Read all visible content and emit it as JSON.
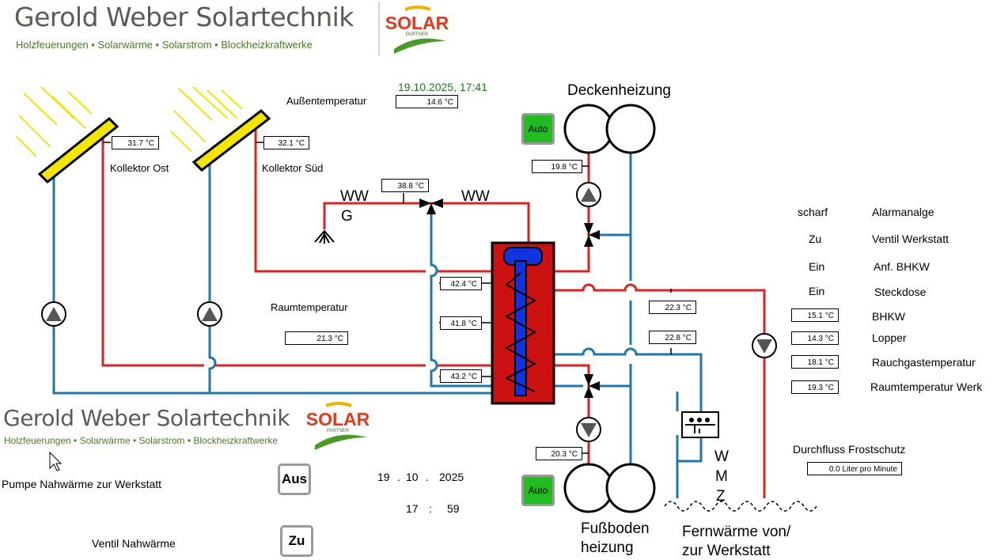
{
  "header": {
    "company": "Gerold Weber Solartechnik",
    "tagline": "Holzfeuerungen • Solarwärme • Solarstrom • Blockheizkraftwerke",
    "logo_word": "SOLAR",
    "logo_sub": "PARTNER",
    "datetime": "19.10.2025,  17:41"
  },
  "footer_brand": {
    "company": "Gerold Weber Solartechnik",
    "tagline": "Holzfeuerungen • Solarwärme • Solarstrom • Blockheizkraftwerke",
    "logo_word": "SOLAR",
    "logo_sub": "PARTNER"
  },
  "outside": {
    "label": "Außentemperatur",
    "value": "14.6 °C"
  },
  "collectors": [
    {
      "name": "Kollektor Ost",
      "value": "31.7 °C"
    },
    {
      "name": "Kollektor Süd",
      "value": "32.1 °C"
    }
  ],
  "mixer": {
    "value": "38.8 °C",
    "label_left_1": "WW",
    "label_left_2": "G",
    "label_right": "WW"
  },
  "room": {
    "label": "Raumtemperatur",
    "value": "21.3 °C"
  },
  "tank": {
    "values": [
      "42.4 °C",
      "41.8 °C",
      "43.2 °C"
    ]
  },
  "ceiling": {
    "title": "Deckenheizung",
    "mode": "Auto",
    "value": "19.8 °C"
  },
  "floor": {
    "title_1": "Fußboden",
    "title_2": "heizung",
    "mode": "Auto",
    "value": "20.3 °C"
  },
  "district": {
    "supply": "22.3 °C",
    "return": "22.8 °C",
    "wmz": [
      "W",
      "M",
      "Z"
    ],
    "title_1": "Fernwärme von/",
    "title_2": "zur Werkstatt"
  },
  "status": [
    {
      "state": "scharf",
      "name": "Alarmanalge"
    },
    {
      "state": "Zu",
      "name": "Ventil Werkstatt"
    },
    {
      "state": "Ein",
      "name": "Anf. BHKW"
    },
    {
      "state": "Ein",
      "name": "Steckdose"
    }
  ],
  "readings": [
    {
      "value": "15.1 °C",
      "name": "BHKW"
    },
    {
      "value": "14.3 °C",
      "name": "Lopper"
    },
    {
      "value": "18.1 °C",
      "name": "Rauchgastemperatur"
    },
    {
      "value": "19.3 °C",
      "name": "Raumtemperatur Werk"
    }
  ],
  "frost": {
    "label": "Durchfluss Frostschutz",
    "value": "0.0 Liter pro Minute"
  },
  "pump": {
    "label": "Pumpe  Nahwärme zur Werkstatt",
    "button": "Aus"
  },
  "valve": {
    "label": "Ventil Nahwärme",
    "button": "Zu"
  },
  "clock": {
    "day": "19",
    "month": "10",
    "year": "2025",
    "hour": "17",
    "minute": "59",
    "dot": ".",
    "colon": ":"
  },
  "colors": {
    "hot": "#dd2222",
    "cold": "#2277aa",
    "panel": "#f2e600",
    "tank": "#cc1111",
    "coil": "#1133dd",
    "auto": "#22bb22"
  }
}
